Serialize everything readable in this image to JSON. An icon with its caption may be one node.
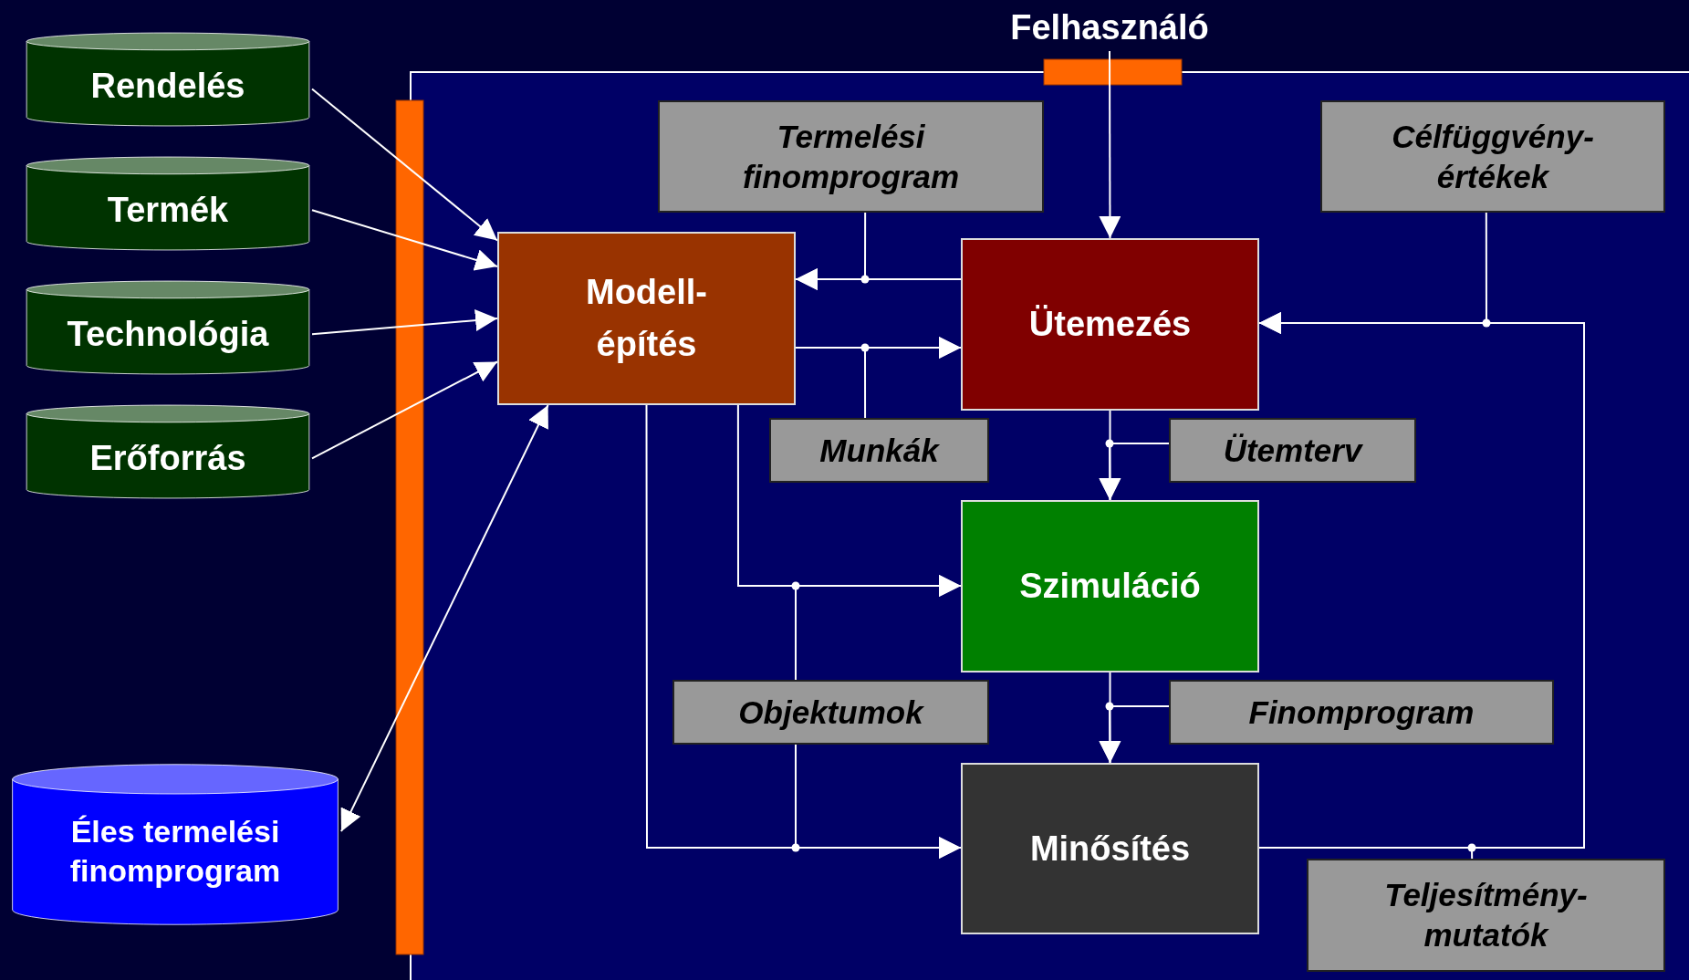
{
  "diagram": {
    "nodes": [
      {
        "text": [
          "Rendelés"
        ]
      },
      {
        "text": [
          "Termék"
        ]
      },
      {
        "text": [
          "Technológia"
        ]
      },
      {
        "text": [
          "Erőforrás"
        ]
      },
      {
        "text": [
          "Éles termelési finomprogram"
        ]
      },
      {
        "text": [
          "Felhasználó"
        ]
      },
      {
        "text": [
          "Modell- építés"
        ]
      },
      {
        "text": [
          "Termelési finomprogram"
        ]
      },
      {
        "text": [
          "Ütemezés"
        ]
      },
      {
        "text": [
          "Célfüggvény- értékek"
        ]
      },
      {
        "text": [
          "Munkák"
        ]
      },
      {
        "text": [
          "Ütemterv"
        ]
      },
      {
        "text": [
          "Szimuláció"
        ]
      },
      {
        "text": [
          "Objektumok"
        ]
      },
      {
        "text": [
          "Finomprogram"
        ]
      },
      {
        "text": [
          "Minősítés"
        ]
      },
      {
        "text": [
          "Teljesítmény- mutatók"
        ]
      }
    ],
    "edges": [
      {
        "from": 0,
        "to": 6,
        "arrow": "to"
      },
      {
        "from": 1,
        "to": 6,
        "arrow": "to"
      },
      {
        "from": 2,
        "to": 6,
        "arrow": "to"
      },
      {
        "from": 3,
        "to": 6,
        "arrow": "to"
      },
      {
        "from": 4,
        "to": 6,
        "arrow": "both"
      },
      {
        "from": 5,
        "to": 8,
        "arrow": "to"
      },
      {
        "from": 7,
        "to": 6,
        "arrow": "to"
      },
      {
        "from": 8,
        "to": 6,
        "arrow": "to"
      },
      {
        "from": 6,
        "to": 8,
        "arrow": "to"
      },
      {
        "from": 10,
        "to": 8,
        "arrow": "to"
      },
      {
        "from": 9,
        "to": 8,
        "arrow": "to"
      },
      {
        "from": 15,
        "to": 8,
        "arrow": "to"
      },
      {
        "from": 16,
        "to": 8,
        "arrow": "to"
      },
      {
        "from": 8,
        "to": 12,
        "arrow": "to"
      },
      {
        "from": 11,
        "to": 12,
        "arrow": "to"
      },
      {
        "from": 6,
        "to": 12,
        "arrow": "to"
      },
      {
        "from": 13,
        "to": 12,
        "arrow": "to"
      },
      {
        "from": 12,
        "to": 15,
        "arrow": "to"
      },
      {
        "from": 14,
        "to": 15,
        "arrow": "to"
      },
      {
        "from": 6,
        "to": 15,
        "arrow": "to"
      },
      {
        "from": 13,
        "to": 15,
        "arrow": "to"
      }
    ]
  }
}
